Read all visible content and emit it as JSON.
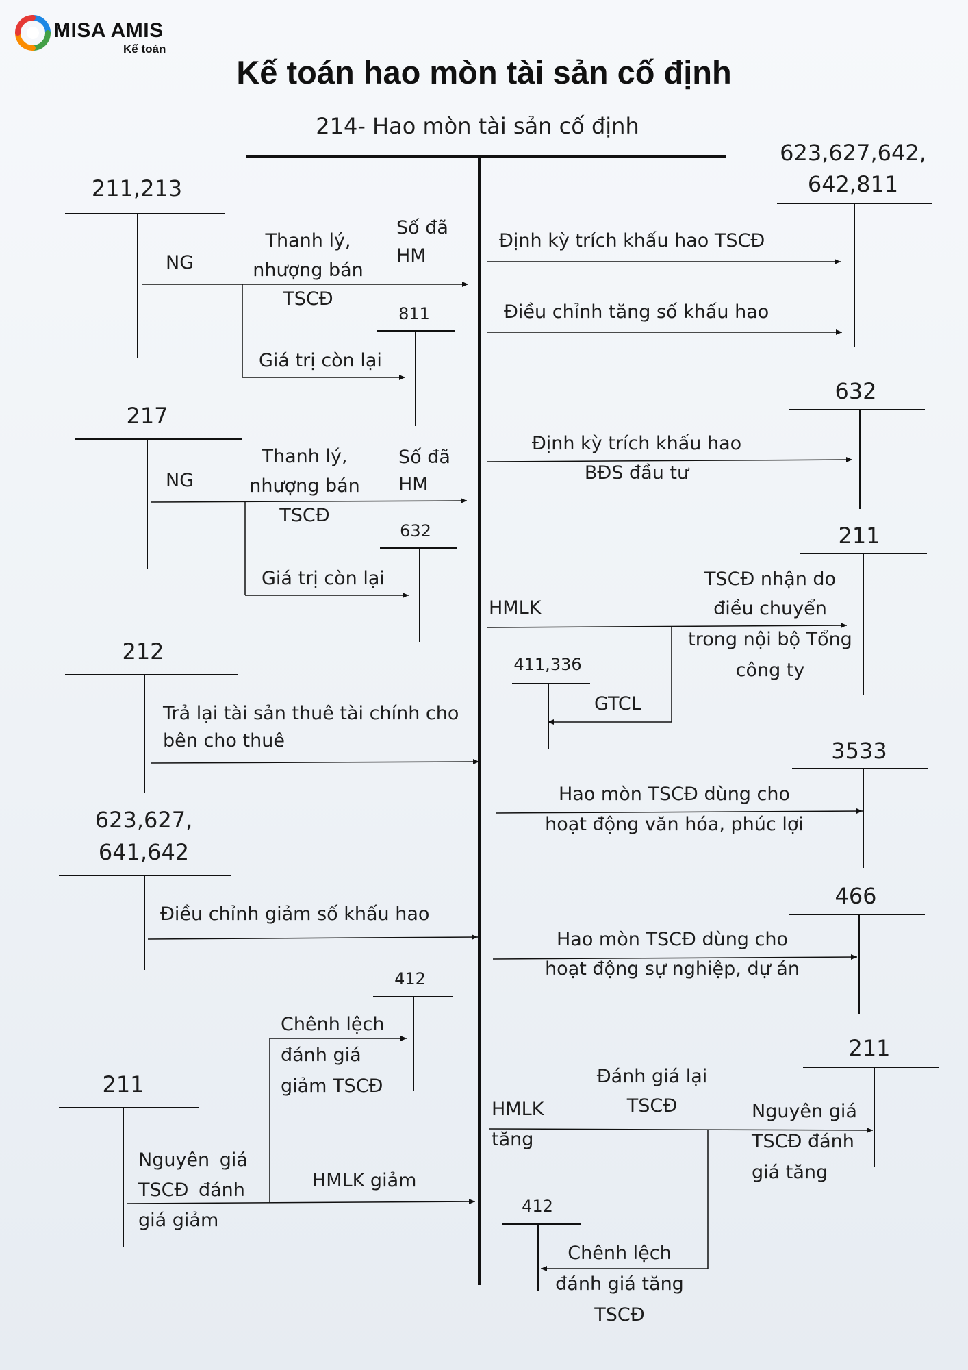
{
  "brand": {
    "name": "MISA AMIS",
    "sub": "Kế toán"
  },
  "title": "Kế toán hao mòn tài sản cố định",
  "main_account": "214- Hao mòn tài sản cố định",
  "accounts": {
    "a211_213": "211,213",
    "a217": "217",
    "a212": "212",
    "a623_641_l1": "623,627,",
    "a623_641_l2": "641,642",
    "a211_left": "211",
    "a811": "811",
    "a632_left": "632",
    "a412_top": "412",
    "a623_811_l1": "623,627,642,",
    "a623_811_l2": "642,811",
    "a632_right": "632",
    "a211_right": "211",
    "a411_336": "411,336",
    "a3533": "3533",
    "a466": "466",
    "a211_bottom": "211",
    "a412_bottom": "412"
  },
  "labels": {
    "ng1": "NG",
    "thanh_ly1": [
      "Thanh lý,",
      "nhượng bán",
      "TSCĐ"
    ],
    "so_da_hm1": [
      "Số đã",
      "HM"
    ],
    "gtcl1": "Giá trị còn lại",
    "ng2": "NG",
    "thanh_ly2": [
      "Thanh lý,",
      "nhượng bán",
      "TSCĐ"
    ],
    "so_da_hm2": [
      "Số đã",
      "HM"
    ],
    "gtcl2": "Giá trị còn lại",
    "tra_lai": [
      "Trả lại tài sản thuê tài chính cho",
      "bên cho thuê"
    ],
    "dieu_chinh_giam": "Điều chỉnh giảm số khấu hao",
    "chenh_lech_giam": [
      "Chênh lệch",
      "đánh giá",
      "giảm TSCĐ"
    ],
    "nguyen_gia_giam": [
      "Nguyên giá",
      "TSCĐ đánh",
      "giá giảm"
    ],
    "hmlk_giam": "HMLK giảm",
    "dinh_ky_tscd": "Định kỳ trích khấu hao TSCĐ",
    "dieu_chinh_tang": "Điều chỉnh tăng số khấu hao",
    "dinh_ky_bds": [
      "Định kỳ trích khấu hao",
      "BĐS đầu tư"
    ],
    "hmlk": "HMLK",
    "tscd_nhan": [
      "TSCĐ nhận do",
      "điều chuyển",
      "trong nội bộ Tổng",
      "công ty"
    ],
    "gtcl": "GTCL",
    "hao_mon_van_hoa": [
      "Hao mòn TSCĐ dùng cho",
      "hoạt động văn hóa, phúc lợi"
    ],
    "hao_mon_su_nghiep": [
      "Hao mòn TSCĐ dùng cho",
      "hoạt động sự nghiệp, dự án"
    ],
    "danh_gia_lai": [
      "Đánh giá lại",
      "TSCĐ"
    ],
    "hmlk_tang": [
      "HMLK",
      "tăng"
    ],
    "nguyen_gia_tang": [
      "Nguyên giá",
      "TSCĐ đánh",
      "giá tăng"
    ],
    "chenh_lech_tang": [
      "Chênh lệch",
      "đánh giá tăng",
      "TSCĐ"
    ]
  },
  "colors": {
    "line": "#111111",
    "text": "#1d1d1d",
    "logo_blue": "#1e88e5",
    "logo_green": "#43a047",
    "logo_orange": "#fb8c00",
    "logo_red": "#e53935"
  }
}
